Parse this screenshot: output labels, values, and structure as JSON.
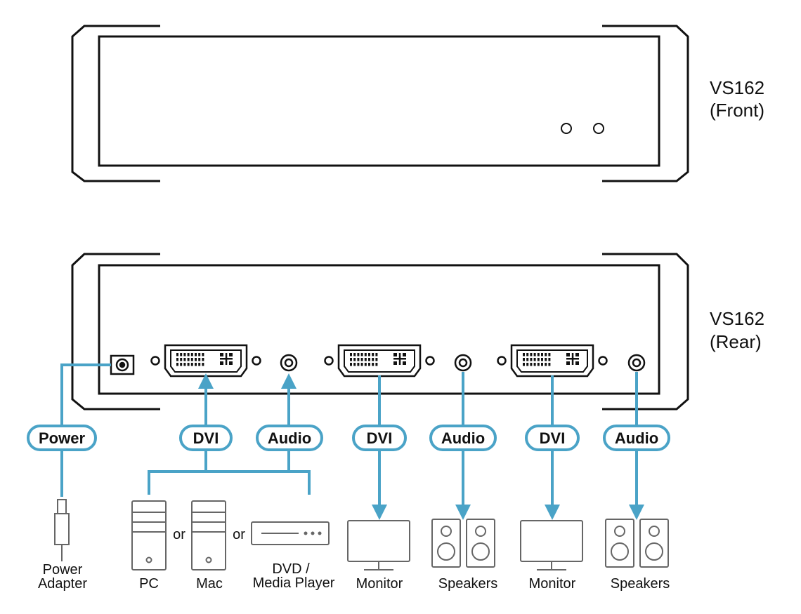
{
  "front_label": {
    "line1": "VS162",
    "line2": "(Front)"
  },
  "rear_label": {
    "line1": "VS162",
    "line2": "(Rear)"
  },
  "connections": {
    "power": "Power",
    "dvi_in": "DVI",
    "audio_in": "Audio",
    "dvi_out_1": "DVI",
    "audio_out_1": "Audio",
    "dvi_out_2": "DVI",
    "audio_out_2": "Audio"
  },
  "devices": {
    "power_adapter": {
      "line1": "Power",
      "line2": "Adapter"
    },
    "pc": "PC",
    "or1": "or",
    "mac": "Mac",
    "or2": "or",
    "dvd": {
      "line1": "DVD /",
      "line2": "Media Player"
    },
    "monitor_1": "Monitor",
    "speakers_1": "Speakers",
    "monitor_2": "Monitor",
    "speakers_2": "Speakers"
  },
  "colors": {
    "accent": "#4aa3c7",
    "line": "#111111"
  }
}
